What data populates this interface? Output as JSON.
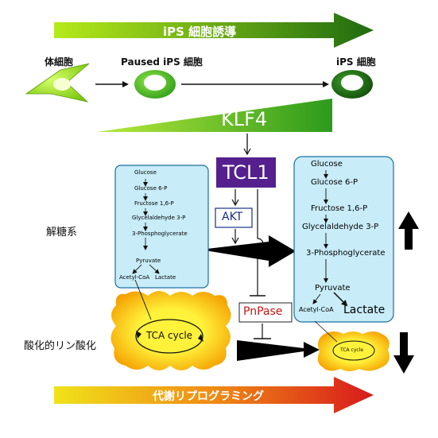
{
  "colors": {
    "green_dark": "#1f6b10",
    "green_light": "#a8e000",
    "purple": "#55208e",
    "blue_box": "#c8ecf8",
    "tca_orange": "#f5a000",
    "tca_yellow": "#fff23a",
    "pnpase_red": "#c01818",
    "red_arrow": "#d7191c"
  },
  "header": {
    "ips_induction_label": "iPS 細胞誘導"
  },
  "cells": {
    "somatic_label": "体細胞",
    "paused_label": "Paused iPS 細胞",
    "ips_label": "iPS 細胞"
  },
  "klf4": {
    "label": "KLF4"
  },
  "signaling": {
    "tcl1_label": "TCL1",
    "akt_label": "AKT",
    "pnpase_label": "PnPase"
  },
  "row_labels": {
    "glycolysis": "解糖系",
    "oxphos": "酸化的リン酸化"
  },
  "glycolysis_small": {
    "steps": [
      "Glucose",
      "Glucose 6-P",
      "Fructose 1,6-P",
      "Glycelaldehyde 3-P",
      "3-Phosphoglycerate",
      "Pyruvate"
    ],
    "acetyl": "Acetyl-CoA",
    "lactate": "Lactate"
  },
  "glycolysis_large": {
    "steps": [
      "Glucose",
      "Glucose 6-P",
      "Fructose 1,6-P",
      "Glycelaldehyde 3-P",
      "3-Phosphoglycerate",
      "Pyruvate"
    ],
    "acetyl": "Acetyl-CoA",
    "lactate": "Lactate"
  },
  "tca": {
    "large_label": "TCA cycle",
    "small_label": "TCA cycle"
  },
  "footer": {
    "metabolic_reprogramming_label": "代謝リプログラミング"
  }
}
